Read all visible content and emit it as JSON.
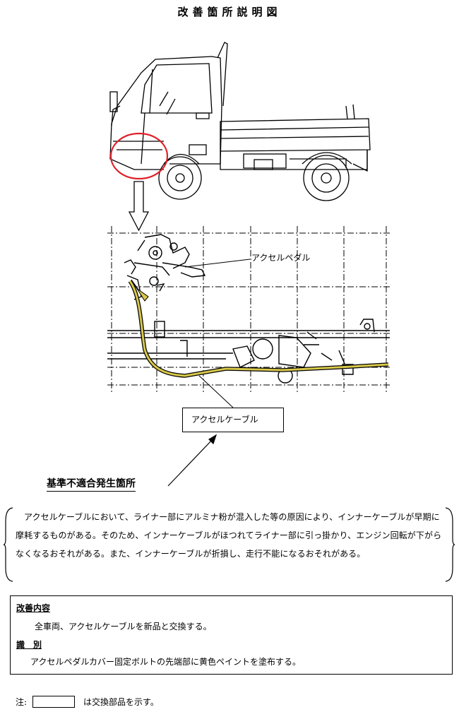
{
  "title": "改善箇所説明図",
  "labels": {
    "accelerator_pedal": "アクセルペダル",
    "accelerator_cable": "アクセルケーブル",
    "nonconformity_location": "基準不適合発生箇所"
  },
  "description": "アクセルケーブルにおいて、ライナー部にアルミナ粉が混入した等の原因により、インナーケーブルが早期に摩耗するものがある。そのため、インナーケーブルがほつれてライナー部に引っ掛かり、エンジン回転が下がらなくなるおそれがある。また、インナーケーブルが折損し、走行不能になるおそれがある。",
  "improvement": {
    "heading": "改善内容",
    "text": "全車両、アクセルケーブルを新品と交換する。",
    "id_heading": "識　別",
    "id_text": "アクセルペダルカバー固定ボルトの先端部に黄色ペイントを塗布する。"
  },
  "note": {
    "prefix": "注:",
    "text": "は交換部品を示す。"
  },
  "colors": {
    "highlight_circle": "#e0202a",
    "cable": "#d8c84a"
  }
}
